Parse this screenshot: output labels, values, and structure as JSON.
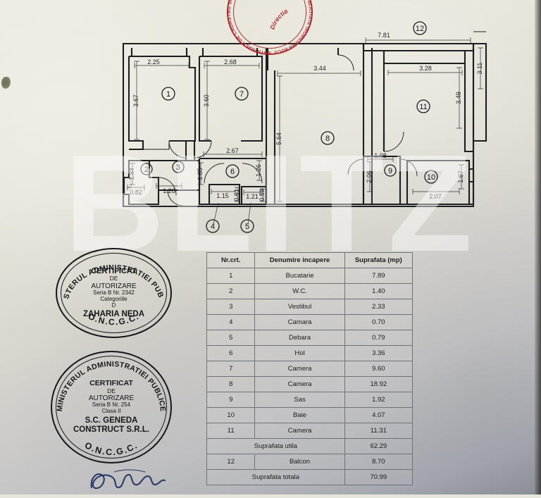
{
  "document": {
    "type": "cadastral-floor-plan",
    "watermark_text": "BLITZ"
  },
  "table": {
    "headers": [
      "Nr.crt.",
      "Denumire incapere",
      "Suprafata (mp)"
    ],
    "rows": [
      {
        "nr": "1",
        "name": "Bucatarie",
        "area": "7.89"
      },
      {
        "nr": "2",
        "name": "W.C.",
        "area": "1.40"
      },
      {
        "nr": "3",
        "name": "Vestibul",
        "area": "2.33"
      },
      {
        "nr": "4",
        "name": "Camara",
        "area": "0.70"
      },
      {
        "nr": "5",
        "name": "Debara",
        "area": "0.79"
      },
      {
        "nr": "6",
        "name": "Hol",
        "area": "3.36"
      },
      {
        "nr": "7",
        "name": "Camera",
        "area": "9.60"
      },
      {
        "nr": "8",
        "name": "Camera",
        "area": "18.92"
      },
      {
        "nr": "9",
        "name": "Sas",
        "area": "1.92"
      },
      {
        "nr": "10",
        "name": "Baie",
        "area": "4.07"
      },
      {
        "nr": "11",
        "name": "Camera",
        "area": "11.31"
      }
    ],
    "subtotal": {
      "label": "Suprafata utila",
      "area": "62.29"
    },
    "balcony": {
      "nr": "12",
      "name": "Balcon",
      "area": "8.70"
    },
    "total": {
      "label": "Suprafata totala",
      "area": "70.99"
    }
  },
  "plan": {
    "room_markers": [
      "1",
      "2",
      "3",
      "4",
      "5",
      "6",
      "7",
      "8",
      "9",
      "10",
      "11",
      "12"
    ],
    "dimensions": {
      "room1_w": "2.25",
      "room1_h": "3.67",
      "room2_w": "0.82",
      "room2_h": "1.84",
      "room3_w": "1.26",
      "room3_h": "1.85",
      "room4_w": "1.15",
      "room4_h": "0.61",
      "room5_w": "1.21",
      "room5_h": "0.59",
      "room6_w": "2.67",
      "room6_h": "1.26",
      "room7_w": "2.68",
      "room7_h": "3.60",
      "room8_w": "3.44",
      "room8_h": "5.64",
      "room9_w": "1.08",
      "room9_h": "2.06",
      "room10_w": "2.07",
      "room10_h": "1.97",
      "room11_w": "3.28",
      "room11_h": "3.49",
      "room12_w": "7.81",
      "room12_h": "3.11"
    }
  },
  "stamps": {
    "authorization_1": {
      "outer_top": "MINISTERUL ADMINISTRATIEI PUBLICE",
      "outer_bottom": "O.N.C.G.C.",
      "line1": "CERTIFICAT",
      "line2": "DE",
      "line3": "AUTORIZARE",
      "line4": "Seria B Nr. 2342",
      "line5": "Categoriile",
      "line6": "D",
      "name": "ZAHARIA NEDA"
    },
    "authorization_2": {
      "outer_top": "MINISTERUL ADMINISTRATIEI PUBLICE",
      "outer_bottom": "O.N.C.G.C.",
      "line1": "CERTIFICAT",
      "line2": "DE",
      "line3": "AUTORIZARE",
      "line4": "Seria B Nr. 254",
      "line5": "Clasa II",
      "name1": "S.C. GENEDA",
      "name2": "CONSTRUCT S.R.L."
    },
    "cadastre_red": {
      "outer_left": "AGENTIA NATIONALA DE CADASTRU SI PUBLICITATE IMOBILIARA",
      "outer_right": "OFICIUL DE CADASTRU SI PUBLICITATE IMOBILIARA BUCURESTI",
      "inner": "Directia"
    }
  },
  "colors": {
    "paper_warm": "#e8e5da",
    "paper_cool": "#a9acb4",
    "ink": "#15161a",
    "red_stamp": "#a5222b",
    "signature": "#2b3a66"
  }
}
